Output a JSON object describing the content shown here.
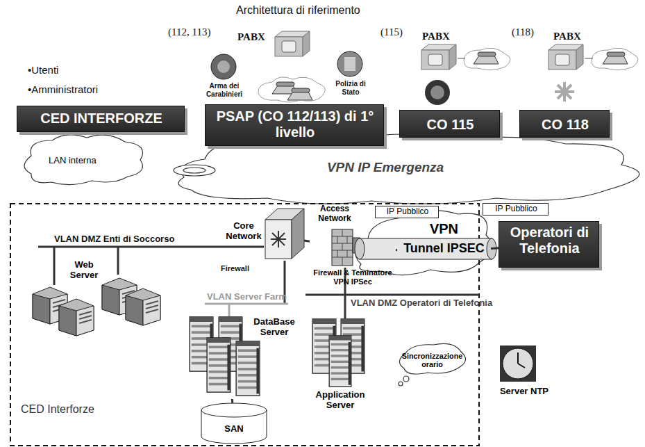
{
  "diagram": {
    "title": "Architettura di riferimento",
    "nodes": [
      {
        "text": [
          "CED INTERFORZE"
        ]
      },
      {
        "text": [
          "PSAP (CO 112/113) di 1° livello"
        ]
      },
      {
        "text": [
          "CO 115"
        ]
      },
      {
        "text": [
          "CO 118"
        ]
      },
      {
        "text": [
          "LAN interna"
        ]
      },
      {
        "text": [
          "VPN IP Emergenza"
        ]
      },
      {
        "text": [
          "CED Interforze"
        ]
      },
      {
        "text": [
          "Core Network"
        ],
        "in": 6
      },
      {
        "text": [
          "Access Network",
          "Firewall & Teminatore VPN IPSec"
        ],
        "in": 6
      },
      {
        "text": [
          "IP Pubblico"
        ]
      },
      {
        "text": [
          "VPN",
          "Tunnel IPSEC"
        ]
      },
      {
        "text": [
          "IP Pubblico"
        ]
      },
      {
        "text": [
          "Operatori di Telefonia"
        ]
      },
      {
        "text": [
          "Web Server"
        ],
        "in": 6
      },
      {
        "text": [
          "DataBase Server"
        ],
        "in": 6
      },
      {
        "text": [
          "SAN"
        ],
        "in": 6
      },
      {
        "text": [
          "Application Server"
        ],
        "in": 6
      },
      {
        "text": [
          "Sincronizzazione orario"
        ],
        "in": 6
      },
      {
        "text": [
          "Server NTP"
        ]
      }
    ],
    "edges": [
      {
        "from": 7,
        "to": 8,
        "arrow": "none"
      },
      {
        "from": 8,
        "to": 10,
        "arrow": "none"
      },
      {
        "from": 10,
        "to": 12,
        "arrow": "none"
      },
      {
        "from": 14,
        "to": 15,
        "arrow": "none"
      }
    ],
    "labels": [
      "•Utenti",
      "•Amministratori",
      "(112, 113)",
      "PABX",
      "Arma dei Carabinieri",
      "Polizia di Stato",
      "(115)",
      "PABX",
      "(118)",
      "PABX",
      "VLAN DMZ Enti di Soccorso",
      "Firewall",
      "VLAN Server Farm",
      "VLAN DMZ Operatori di Telefonia"
    ]
  }
}
